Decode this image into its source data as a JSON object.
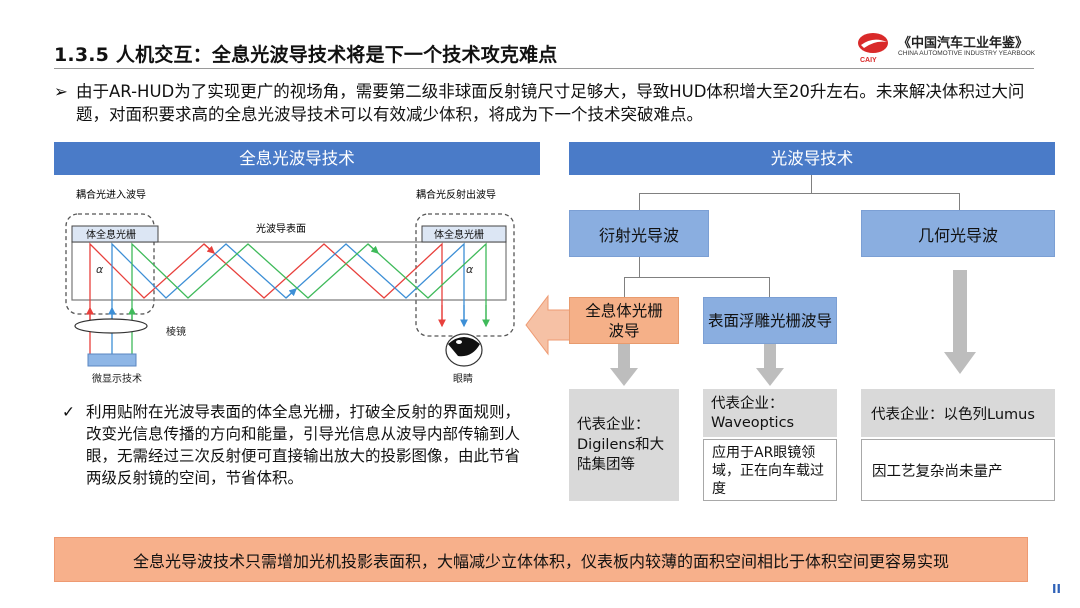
{
  "header": {
    "title": "1.3.5 人机交互：全息光波导技术将是下一个技术攻克难点",
    "logo_text": "《中国汽车工业年鉴》",
    "logo_sub": "CHINA AUTOMOTIVE INDUSTRY YEARBOOK",
    "logo_mark": "CAIY"
  },
  "intro": {
    "bullet": "➢",
    "text": "由于AR-HUD为了实现更广的视场角，需要第二级非球面反射镜尺寸足够大，导致HUD体积增大至20升左右。未来解决体积过大问题，对面积要求高的全息光波导技术可以有效减少体积，将成为下一个技术突破难点。"
  },
  "left_panel": {
    "header": "全息光波导技术",
    "labels": {
      "in_coupling": "耦合光进入波导",
      "out_coupling": "耦合光反射出波导",
      "grating_left": "体全息光栅",
      "grating_right": "体全息光栅",
      "surface": "光波导表面",
      "prism": "棱镜",
      "microdisplay": "微显示技术",
      "eye": "眼睛",
      "alpha": "α"
    },
    "check": "✓",
    "description": "利用贴附在光波导表面的体全息光栅，打破全反射的界面规则，改变光信息传播的方向和能量，引导光信息从波导内部传输到人眼，无需经过三次反射便可直接输出放大的投影图像，由此节省两级反射镜的空间，节省体积。"
  },
  "right_panel": {
    "header": "光波导技术",
    "diffractive": "衍射光导波",
    "geometric": "几何光导波",
    "holographic": "全息体光栅波导",
    "surface_relief": "表面浮雕光栅波导",
    "holo_company": "代表企业：Digilens和大陆集团等",
    "relief_company": "代表企业：Waveoptics",
    "relief_note": "应用于AR眼镜领域，正在向车载过度",
    "geo_company": "代表企业：以色列Lumus",
    "geo_note": "因工艺复杂尚未量产"
  },
  "footer": {
    "banner": "全息光导波技术只需增加光机投影表面积，大幅减少立体体积，仪表板内较薄的面积空间相比于体积空间更容易实现",
    "pager": "II"
  },
  "colors": {
    "header_blue": "#4a7bc8",
    "box_blue": "#8aaee0",
    "box_orange": "#f5b088",
    "box_gray": "#d9d9d9",
    "ray_red": "#e8403c",
    "ray_blue": "#3d8fd6",
    "ray_green": "#3fba5a"
  }
}
